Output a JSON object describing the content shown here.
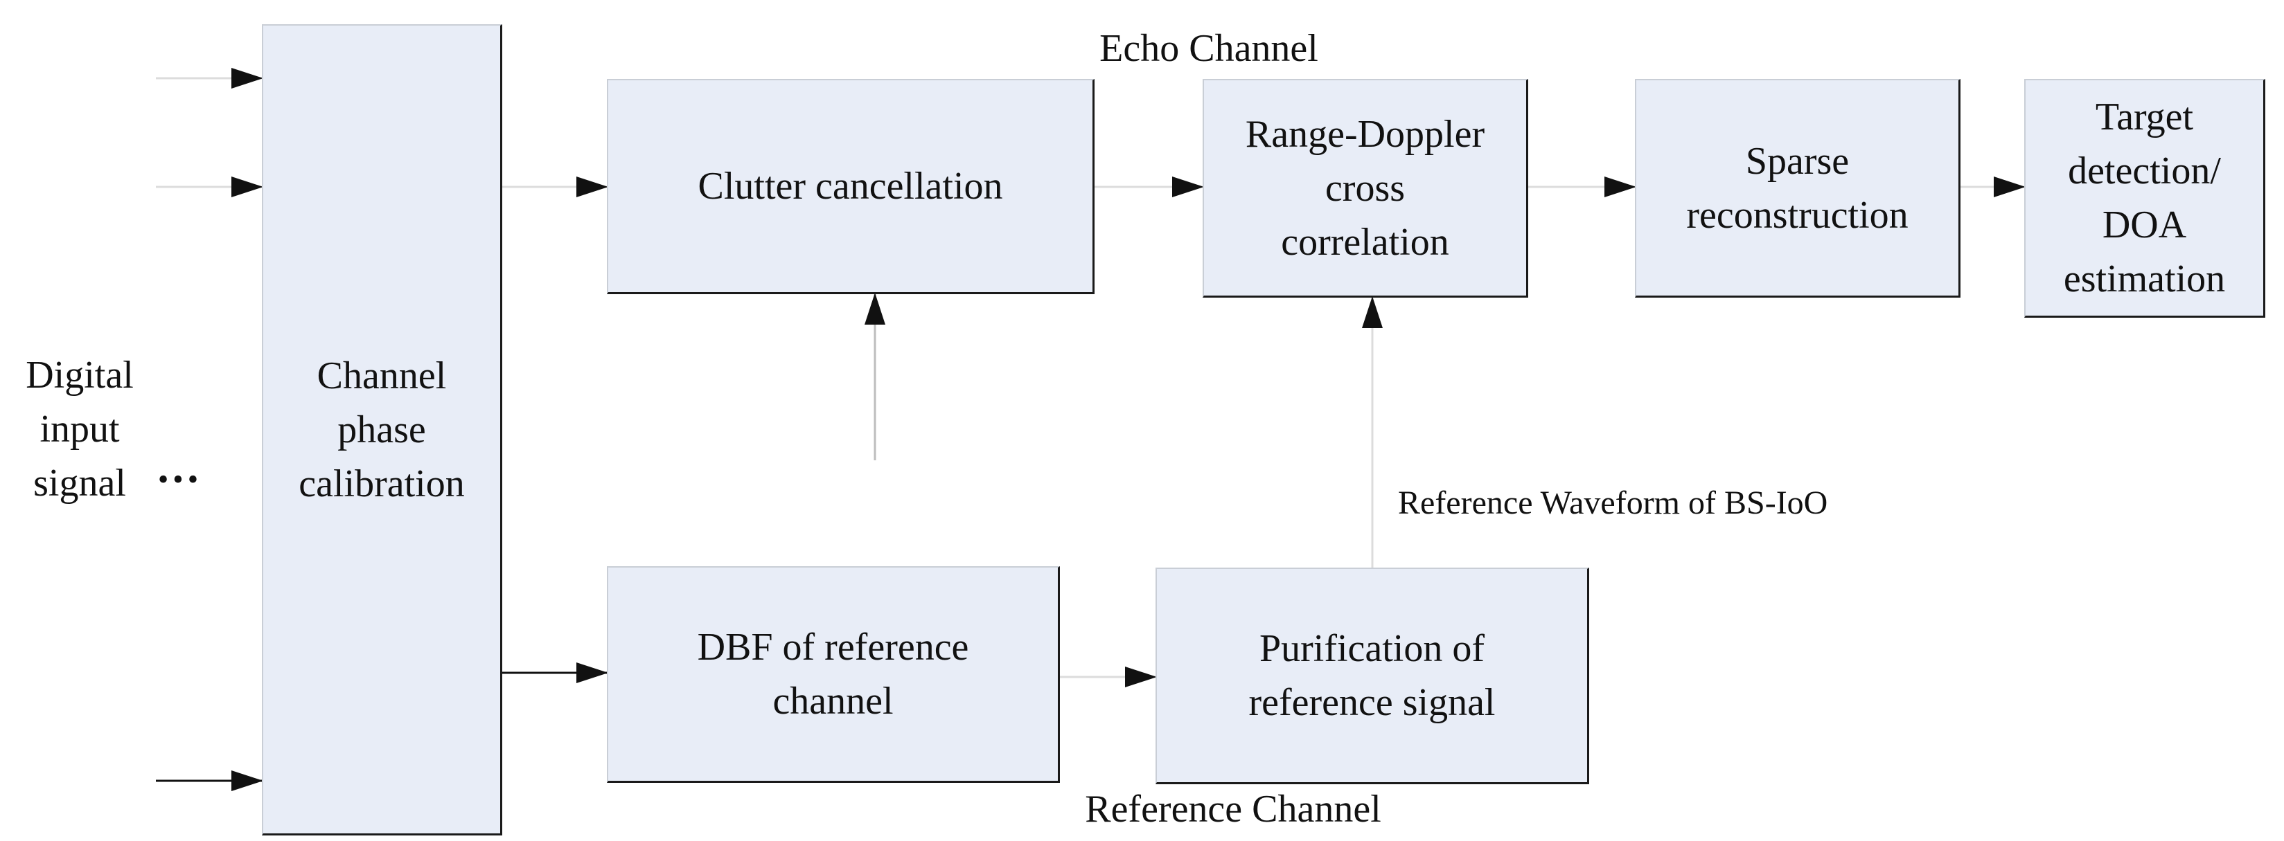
{
  "input": {
    "text": "Digital\ninput\nsignal",
    "dots": "•••"
  },
  "labels": {
    "echo_channel": "Echo Channel",
    "reference_channel": "Reference Channel",
    "reference_waveform": "Reference Waveform of BS-IoO"
  },
  "blocks": {
    "calibration": "Channel\nphase\ncalibration",
    "clutter": "Clutter cancellation",
    "range_doppler": "Range-Doppler\ncross\ncorrelation",
    "sparse": "Sparse\nreconstruction",
    "target": "Target\ndetection/\nDOA\nestimation",
    "dbf": "DBF of reference\nchannel",
    "purification": "Purification of\nreference signal"
  }
}
